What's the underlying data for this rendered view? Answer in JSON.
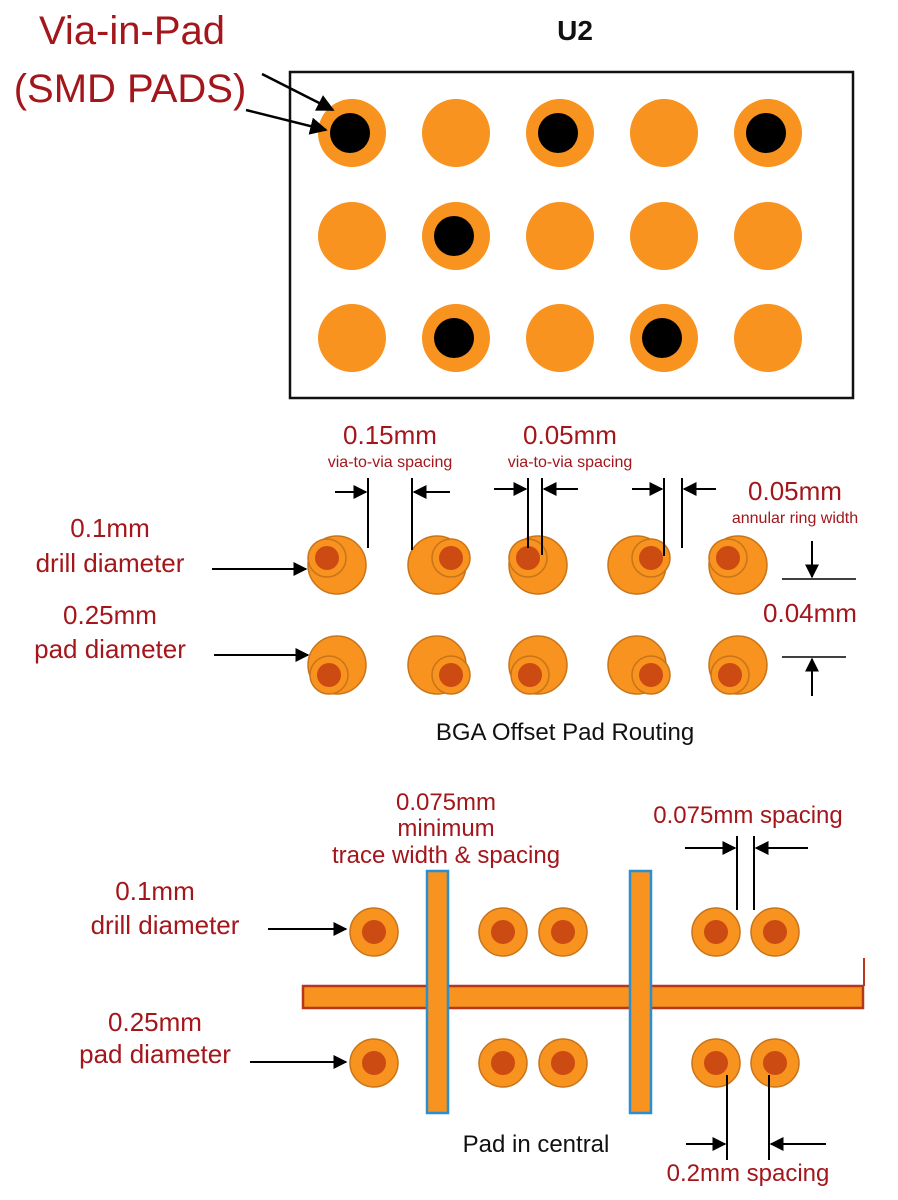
{
  "colors": {
    "pad": "#f7931e",
    "pad_outline": "#c9741a",
    "drill_inner": "#cc4b12",
    "via_black": "#000000",
    "label_red": "#a3161b",
    "trace_fill": "#f7931e",
    "trace_border": "#2b8fcf",
    "trace_h_border": "#b8361b"
  },
  "section1": {
    "component_label": "U2",
    "callout_line1": "Via-in-Pad",
    "callout_line2": "(SMD PADS)",
    "grid": [
      [
        "via",
        "pad",
        "via",
        "pad",
        "via"
      ],
      [
        "pad",
        "via",
        "pad",
        "pad",
        "pad"
      ],
      [
        "pad",
        "via",
        "pad",
        "via",
        "pad"
      ]
    ]
  },
  "section2": {
    "caption": "BGA Offset Pad Routing",
    "dim_a_value": "0.15mm",
    "dim_a_note": "via-to-via spacing",
    "dim_b_value": "0.05mm",
    "dim_b_note": "via-to-via spacing",
    "dim_c_value": "0.05mm",
    "dim_c_note": "annular ring width",
    "dim_d_value": "0.04mm",
    "drill_line1": "0.1mm",
    "drill_line2": "drill diameter",
    "pad_line1": "0.25mm",
    "pad_line2": "pad diameter"
  },
  "section3": {
    "caption": "Pad in central",
    "trace_line1": "0.075mm",
    "trace_line2": "minimum",
    "trace_line3": "trace width & spacing",
    "spacing_top": "0.075mm spacing",
    "spacing_bottom": "0.2mm spacing",
    "drill_line1": "0.1mm",
    "drill_line2": "drill diameter",
    "pad_line1": "0.25mm",
    "pad_line2": "pad diameter"
  }
}
